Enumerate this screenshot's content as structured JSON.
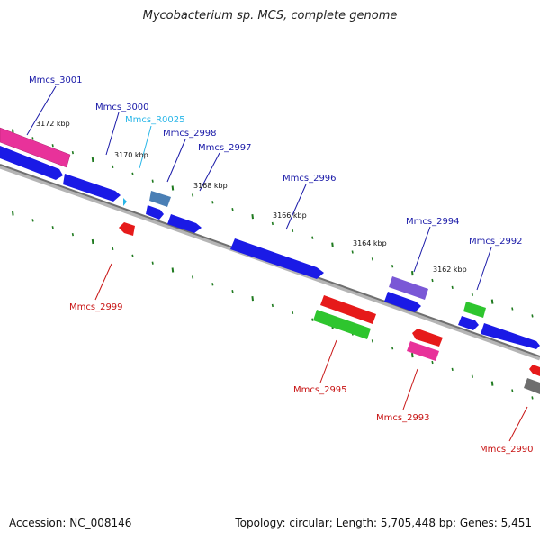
{
  "title": "Mycobacterium sp. MCS, complete genome",
  "footer": {
    "accession": "Accession: NC_008146",
    "summary": "Topology: circular; Length: 5,705,448 bp; Genes: 5,451"
  },
  "colors": {
    "backbone": "#7a7a7a",
    "tick": "#1f7a1f",
    "cds_forward": "#1414e0",
    "cds_reverse": "#e01414",
    "label_forward": "#1a1aa8",
    "label_reverse": "#c81414",
    "rna_label": "#29b6e8"
  },
  "scale_labels": [
    "3172 kbp",
    "3170 kbp",
    "3168 kbp",
    "3166 kbp",
    "3164 kbp",
    "3162 kbp"
  ],
  "gene_labels": [
    {
      "name": "Mmcs_3001",
      "strand": "forward"
    },
    {
      "name": "Mmcs_3000",
      "strand": "forward"
    },
    {
      "name": "Mmcs_R0025",
      "strand": "rna"
    },
    {
      "name": "Mmcs_2998",
      "strand": "forward"
    },
    {
      "name": "Mmcs_2997",
      "strand": "forward"
    },
    {
      "name": "Mmcs_2996",
      "strand": "forward"
    },
    {
      "name": "Mmcs_2994",
      "strand": "forward"
    },
    {
      "name": "Mmcs_2992",
      "strand": "forward"
    },
    {
      "name": "Mmcs_2999",
      "strand": "reverse"
    },
    {
      "name": "Mmcs_2995",
      "strand": "reverse"
    },
    {
      "name": "Mmcs_2993",
      "strand": "reverse"
    },
    {
      "name": "Mmcs_2990",
      "strand": "reverse"
    }
  ]
}
